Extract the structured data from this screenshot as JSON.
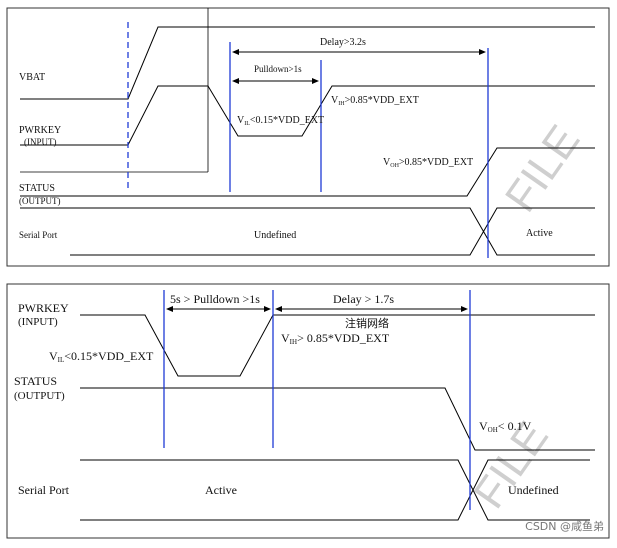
{
  "colors": {
    "marker": "#1f3bd6",
    "signal": "#000000",
    "frame": "#333333",
    "watermark": "#cfcfcf"
  },
  "top": {
    "labels": {
      "vbat": "VBAT",
      "pwrkey": "PWRKEY",
      "pwrkey_sub": "(INPUT)",
      "status": "STATUS",
      "status_sub": "(OUTPUT)",
      "serial": "Serial Port"
    },
    "timing": {
      "delay": "Delay>3.2s",
      "pulldown": "Pulldown>1s"
    },
    "levels": {
      "vil": "V",
      "vil_sub": "IL",
      "vil_rest": "<0.15*VDD_EXT",
      "vih": "V",
      "vih_sub": "IH",
      "vih_rest": ">0.85*VDD_EXT",
      "voh": "V",
      "voh_sub": "OH",
      "voh_rest": ">0.85*VDD_EXT"
    },
    "states": {
      "undefined": "Undefined",
      "active": "Active"
    },
    "watermark": "FILE"
  },
  "bottom": {
    "labels": {
      "pwrkey": "PWRKEY",
      "pwrkey_sub": "(INPUT)",
      "status": "STATUS",
      "status_sub": "(OUTPUT)",
      "serial": "Serial Port"
    },
    "timing": {
      "pulldown": "5s > Pulldown >1s",
      "delay": "Delay > 1.7s"
    },
    "levels": {
      "vil": "V",
      "vil_sub": "IL",
      "vil_rest": "<0.15*VDD_EXT",
      "vih": "V",
      "vih_sub": "IH",
      "vih_rest": "> 0.85*VDD_EXT",
      "voh": "V",
      "voh_sub": "OH",
      "voh_rest": "< 0.1V"
    },
    "states": {
      "active": "Active",
      "undefined": "Undefined"
    },
    "cn_watermark": "注销网络",
    "watermark": "FILE"
  },
  "credit": "CSDN @咸鱼弟"
}
